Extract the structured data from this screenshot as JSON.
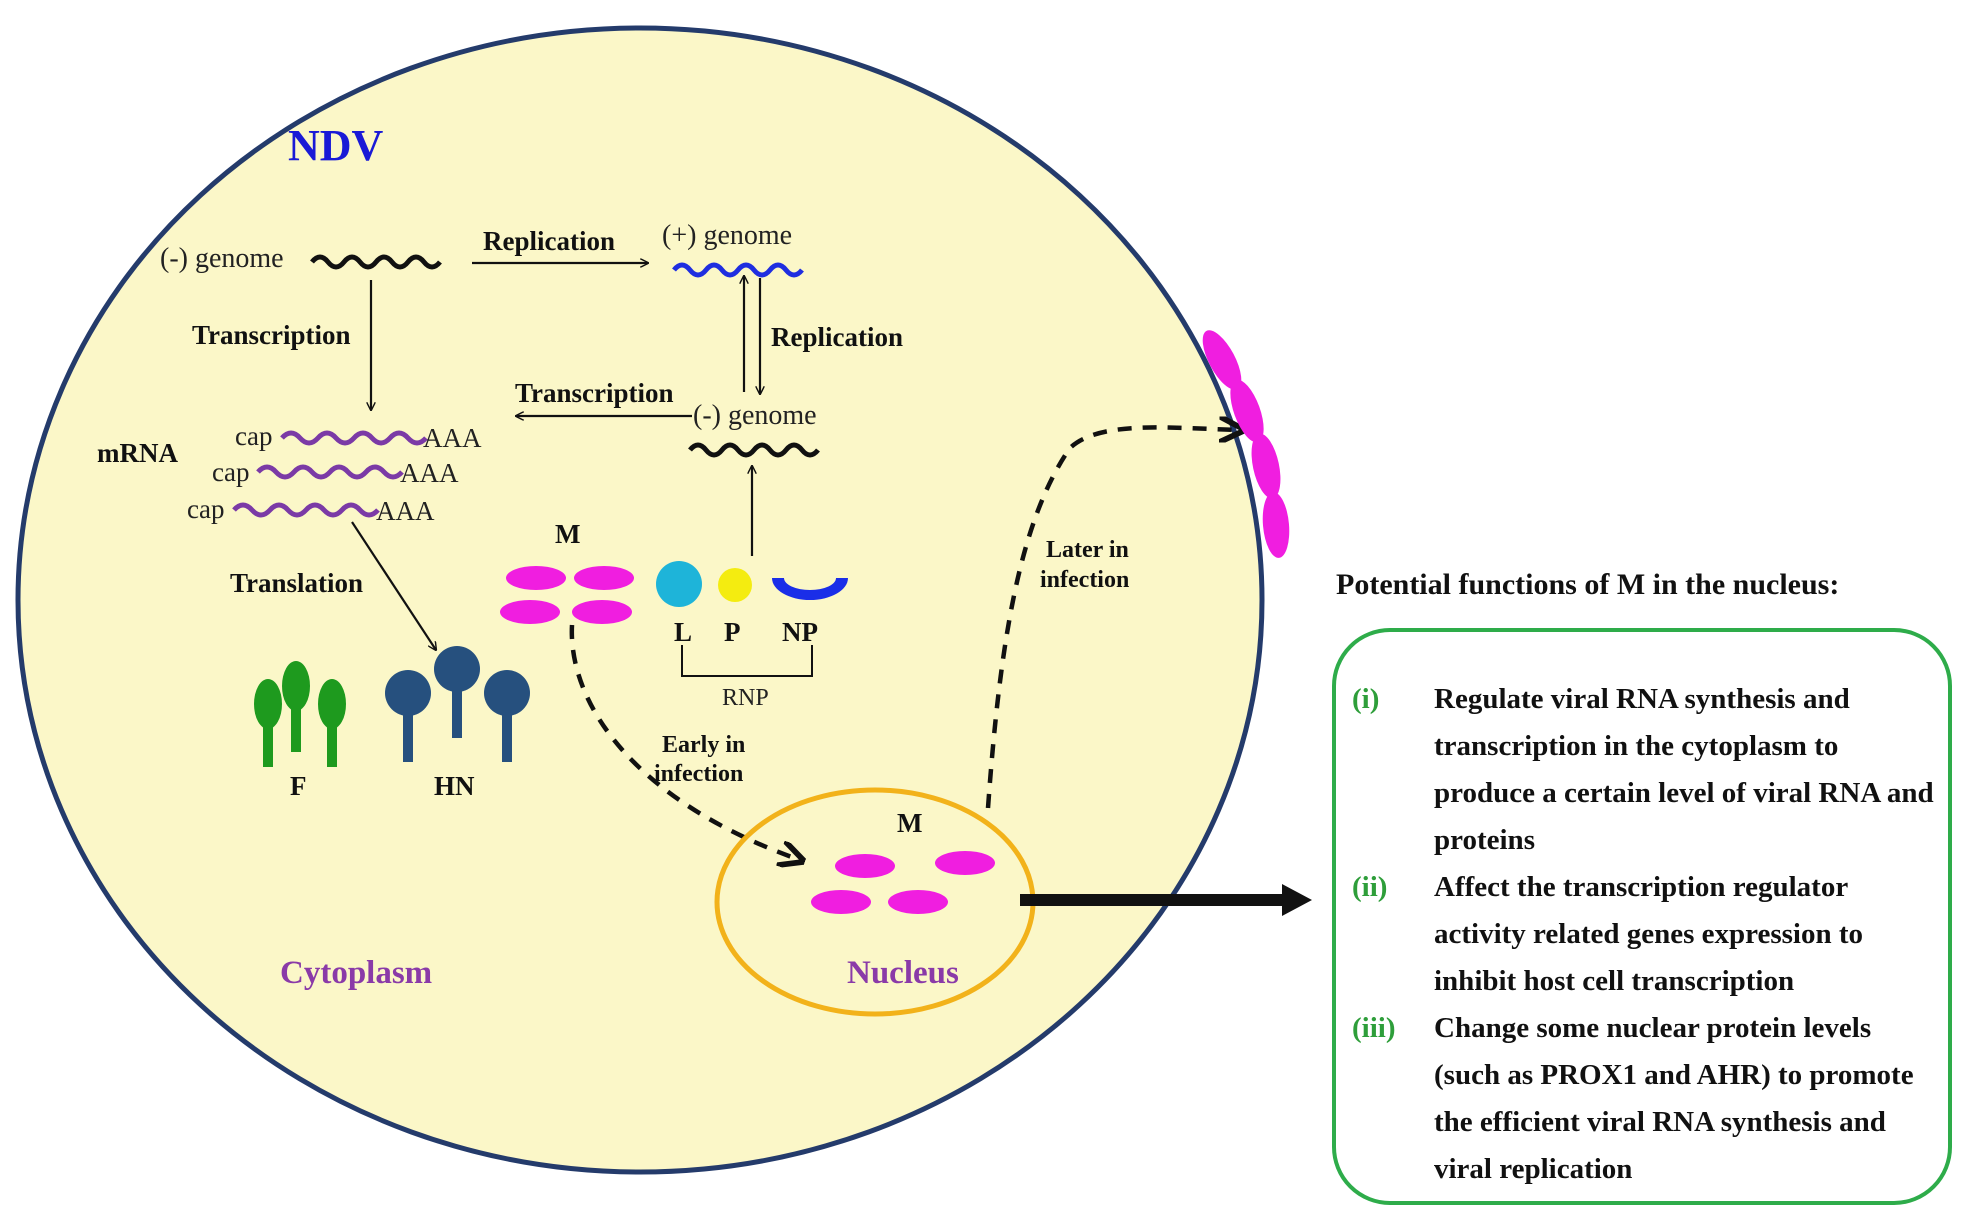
{
  "labels": {
    "ndv": "NDV",
    "neg_genome_top": "(-) genome",
    "replication_top": "Replication",
    "pos_genome": "(+) genome",
    "transcription_left": "Transcription",
    "replication_right": "Replication",
    "transcription_mid": "Transcription",
    "neg_genome_mid": "(-) genome",
    "mrna": "mRNA",
    "cap": "cap",
    "aaa": "AAA",
    "translation": "Translation",
    "m_cytoplasm": "M",
    "l": "L",
    "p": "P",
    "np": "NP",
    "rnp": "RNP",
    "f": "F",
    "hn": "HN",
    "early_line1": "Early in",
    "early_line2": "infection",
    "later_line1": "Later in",
    "later_line2": "infection",
    "m_nucleus": "M",
    "cytoplasm": "Cytoplasm",
    "nucleus": "Nucleus"
  },
  "functions": {
    "heading": "Potential functions of M in the nucleus:",
    "items": [
      {
        "num": "(i)",
        "text": "Regulate viral RNA synthesis and transcription in the cytoplasm to produce a certain level of viral RNA and proteins"
      },
      {
        "num": "(ii)",
        "text": "Affect the transcription regulator activity related genes expression to inhibit host cell transcription"
      },
      {
        "num": "(iii)",
        "text": "Change some nuclear protein levels (such as PROX1 and AHR) to promote the efficient viral RNA synthesis and viral replication"
      }
    ]
  },
  "colors": {
    "cell_fill": "#fbf7c8",
    "cell_border": "#243b6b",
    "ndv_blue": "#1a1ad6",
    "pos_strand": "#1f2ee0",
    "mrna_purple": "#7b3aa6",
    "label_purple": "#8a3aa8",
    "magenta": "#f01ee0",
    "nucleus_border": "#f2b21a",
    "l_cyan": "#1eb4d9",
    "p_yellow": "#f4ec10",
    "np_blue": "#1a2ee8",
    "f_green": "#1e9a1e",
    "hn_navy": "#26507e",
    "panel_green": "#2eac4a"
  }
}
